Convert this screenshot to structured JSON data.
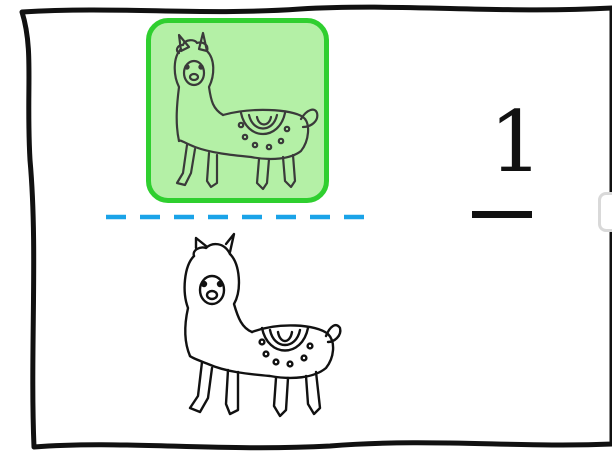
{
  "fraction": {
    "numerator": "1",
    "denominator": ""
  },
  "pictures": [
    {
      "subject": "llama",
      "icon": "llama-icon",
      "state": "selected"
    },
    {
      "subject": "llama",
      "icon": "llama-icon",
      "state": "unselected"
    }
  ],
  "colors": {
    "selected_fill": "#b4f0a6",
    "selected_border": "#2fcf2f",
    "divider": "#1aa3e8",
    "ink": "#111111"
  }
}
